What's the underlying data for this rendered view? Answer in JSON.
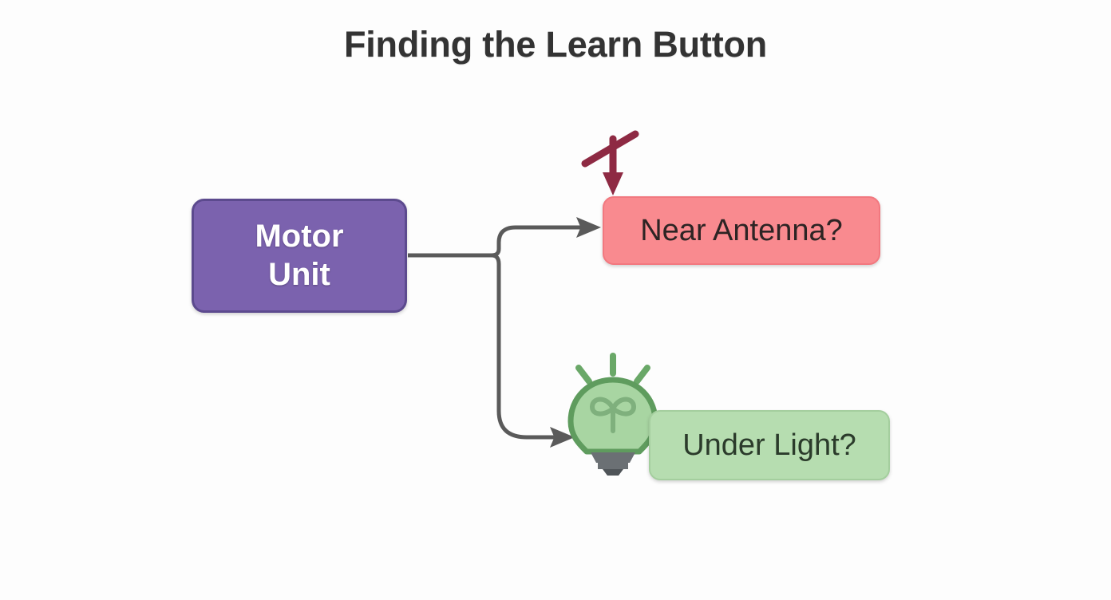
{
  "diagram": {
    "title": "Finding the Learn Button",
    "background_color": "#fdfdfd",
    "title_color": "#333333",
    "nodes": [
      {
        "id": "motor-unit",
        "label": "Motor\nUnit",
        "label_line1": "Motor",
        "label_line2": "Unit",
        "fill": "#7b62ae",
        "border": "#5c4a8e",
        "text_color": "#ffffff",
        "shape": "rounded-rectangle"
      },
      {
        "id": "near-antenna",
        "label": "Near Antenna?",
        "fill": "#f98a8f",
        "border": "#f2787f",
        "text_color": "#2d2424",
        "shape": "rounded-rectangle"
      },
      {
        "id": "under-light",
        "label": "Under Light?",
        "fill": "#b6ddb0",
        "border": "#a4ce9e",
        "text_color": "#2b3b2b",
        "shape": "rounded-rectangle"
      }
    ],
    "connectors": [
      {
        "id": "motor-unit-to-near-antenna",
        "from": "motor-unit",
        "to": "near-antenna",
        "color": "#5a5a5a",
        "arrowhead": true
      },
      {
        "id": "motor-unit-to-under-light",
        "from": "motor-unit",
        "to": "under-light",
        "color": "#5a5a5a",
        "arrowhead": true
      }
    ],
    "icons": [
      {
        "id": "antenna-icon",
        "name": "antenna-icon",
        "color": "#8e2a43",
        "attached_to": "near-antenna"
      },
      {
        "id": "lightbulb-icon",
        "name": "lightbulb-icon",
        "color": "#6aa868",
        "fill": "#a8d5a2",
        "base_color": "#6b7074",
        "attached_to": "under-light"
      }
    ]
  }
}
